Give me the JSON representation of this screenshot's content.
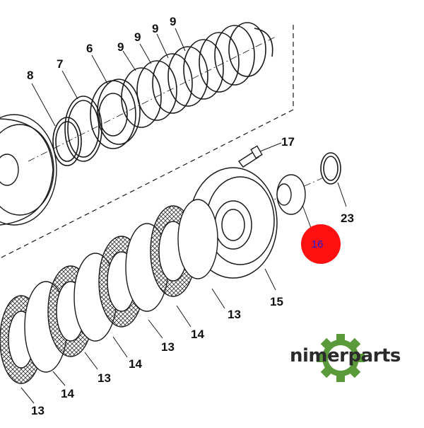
{
  "diagram": {
    "callouts": [
      "8",
      "7",
      "6",
      "9",
      "9",
      "9",
      "9",
      "17",
      "23",
      "16",
      "15",
      "13",
      "14",
      "13",
      "14",
      "13",
      "14",
      "13"
    ],
    "highlight_label": "16",
    "highlight_color": "#ff1010",
    "line_color": "#1a1a1a"
  },
  "logo": {
    "text_left": "nimerparts",
    "accent_char": "i",
    "brand_green": "#5a9a3a",
    "icon": "gear-icon"
  }
}
